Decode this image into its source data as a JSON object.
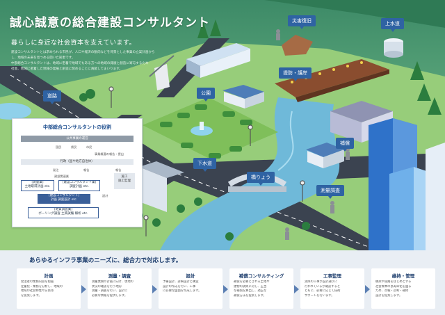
{
  "hero": {
    "title": "誠心誠意の総合建設コンサルタント",
    "subtitle": "暮らしに身近な社会資本を支えています。",
    "body": [
      "建設コンサルタントとは求められる市民が、人口や経済の動向などを背景とした事業の立案計画から",
      "し、地域の未来を見つめる開いた知恵です。",
      "中部総合コンサルタントは、地域に密着で地域でもある方への地域の発展と創造に寄与するため",
      "社会、地域に密着した地域の発展と創造に努めることに貢献してまいります。"
    ]
  },
  "callouts": {
    "road": "道路",
    "disaster": "災害復旧",
    "water_supply": "上水道",
    "river": "堤防・護岸",
    "park": "公園",
    "sewer": "下水道",
    "bridge": "橋りょう",
    "compensation": "補償",
    "survey": "測量調査"
  },
  "role": {
    "title": "中部総合コンサルタントの役割",
    "owner": "公共事業の運営",
    "owner_items": [
      "国民",
      "県民",
      "市民"
    ],
    "note": "事業概要の報告・提出",
    "gov": "行政（国や地方自治体）",
    "gov_labels": [
      "発注",
      "報告",
      "報告"
    ],
    "consultant_group": "建設関連業",
    "survey_box": "[測量業]\n土地取得計画 etc.",
    "consult_box": "[建設コンサルタント業]\n調査計画 etc.",
    "chubu_box": "[建設コンサルタント]\n計画 調査設計 etc.",
    "geo_box": "[地質調査業]\nボーリング調査 土質試験 解析 etc.",
    "build": "施工\n施工監理",
    "build_label": "設計"
  },
  "services": {
    "heading": "あらゆるインフラ事業のニーズに、総合力で対応します。",
    "steps": [
      {
        "title": "計画",
        "desc": [
          "発注者の業務内容を把握",
          "定量化・業務を分析し、地域の",
          "地域の社会特性や方策等",
          "を提案します。"
        ]
      },
      {
        "title": "測量・調査",
        "desc": [
          "測量業務の計画に向け、現地の",
          "状況の確認を行う地形",
          "測量・調査を行い、設計に",
          "必要な情報を提供します。"
        ]
      },
      {
        "title": "設計",
        "desc": [
          "予備設計、詳細設計と構造",
          "設計の作成を行い、工事",
          "に必要な図面を作成します。"
        ]
      },
      {
        "title": "補償コンサルティング",
        "desc": [
          "補償を必要とされる土地や",
          "建物の損失に対し、正当",
          "な補償を算出し、適正な",
          "補償方法を提案します。"
        ]
      },
      {
        "title": "工事監理",
        "desc": [
          "実際の工事が設計通りに",
          "行われているか確認すると",
          "ともに、必要に応じて技術",
          "サポートを行います。"
        ]
      },
      {
        "title": "維持・管理",
        "desc": [
          "橋梁や道路をはじめとする",
          "社会資本の長寿命化を図る",
          "ため、点検・診断・補修",
          "設計を提案します。"
        ]
      }
    ]
  },
  "colors": {
    "accent": "#2f63a3",
    "grass": "#9fd27c",
    "road": "#3b4350",
    "river": "#6fb9d9"
  }
}
